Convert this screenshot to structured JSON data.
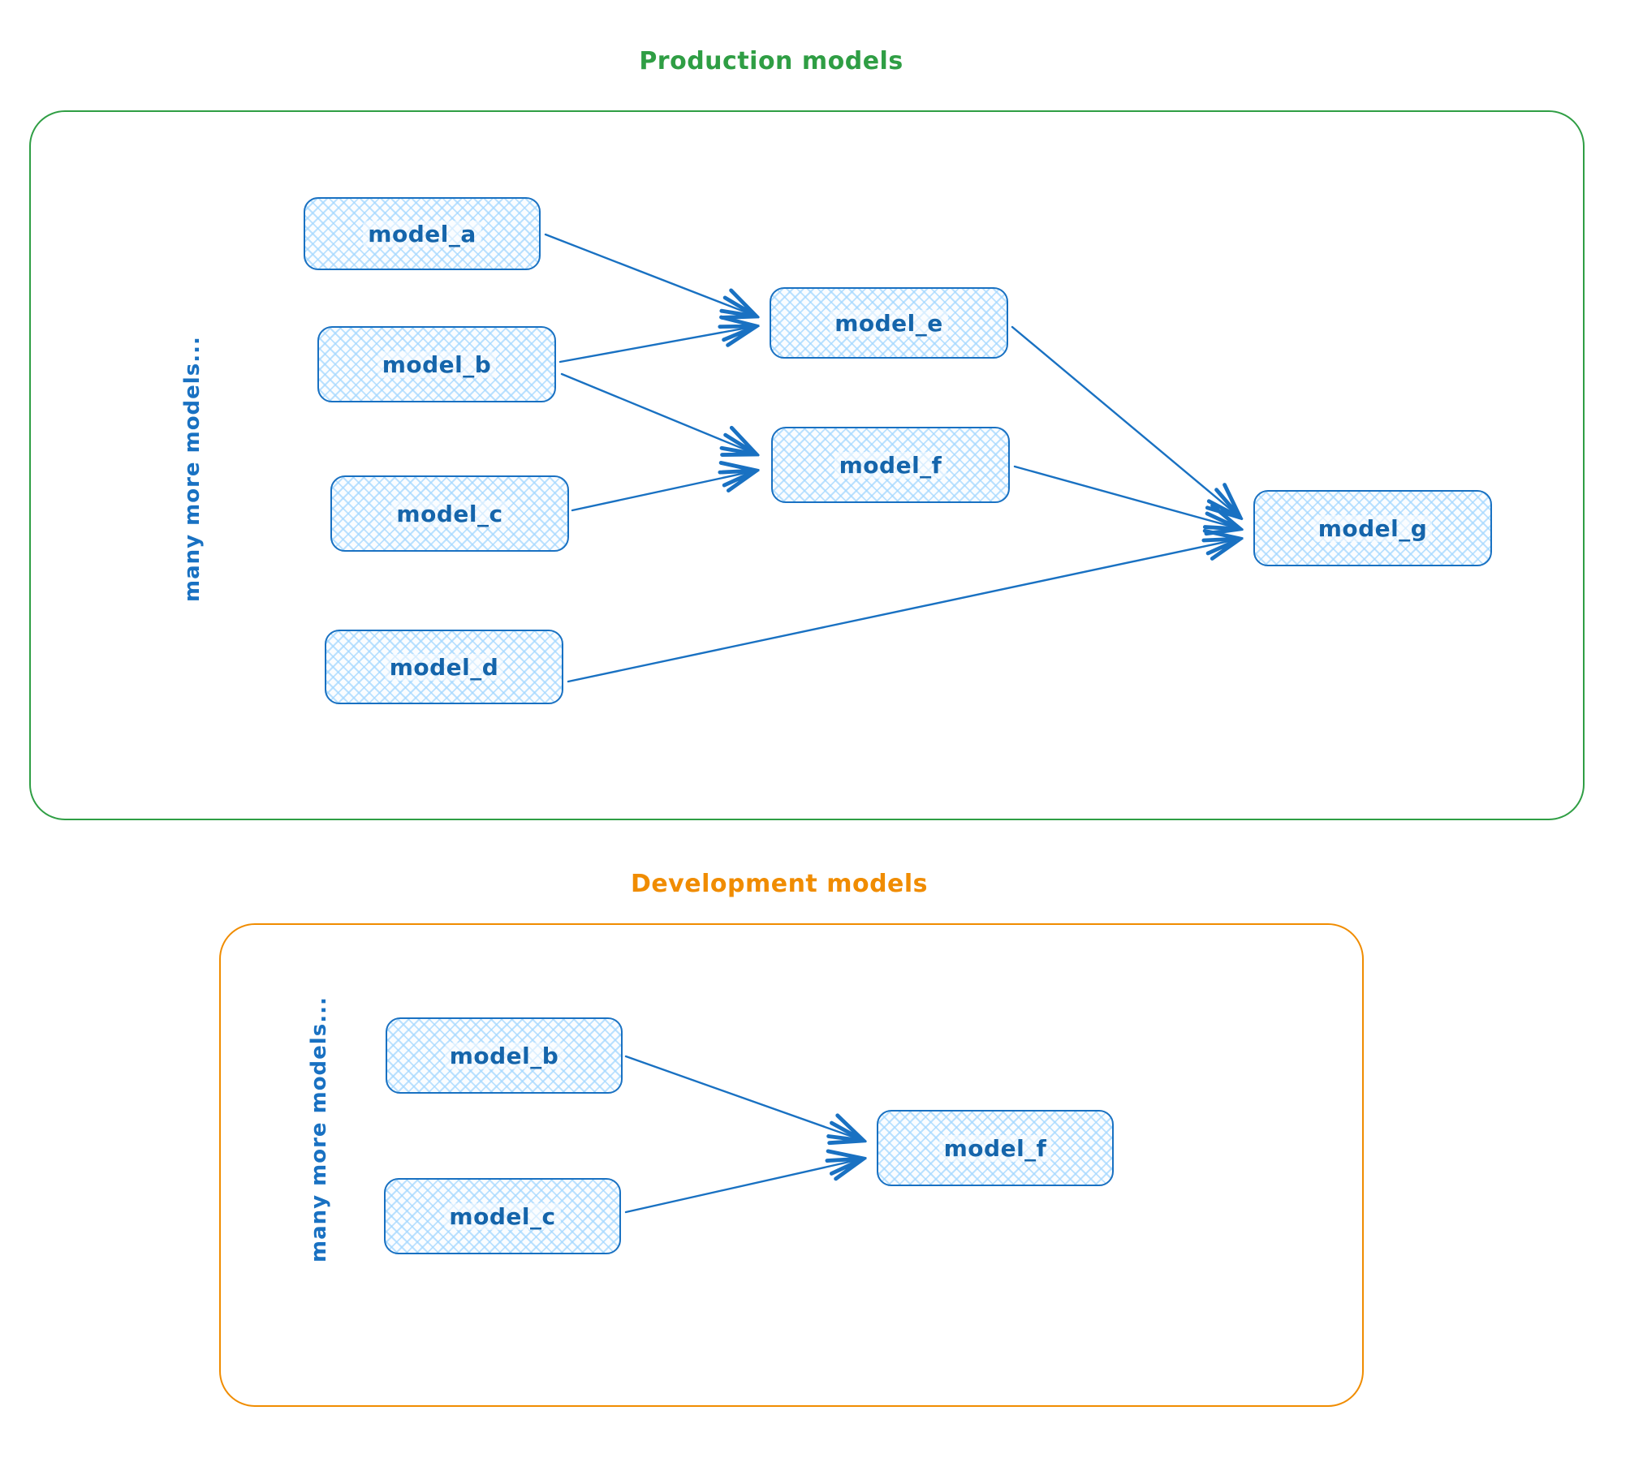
{
  "colors": {
    "node_stroke": "#1971c2",
    "node_fill_hatch": "#a5d8ff",
    "production_frame": "#2f9e44",
    "development_frame": "#f08c00"
  },
  "production": {
    "title": "Production models",
    "side_label": "many more models...",
    "nodes": [
      {
        "id": "model_a",
        "label": "model_a"
      },
      {
        "id": "model_b",
        "label": "model_b"
      },
      {
        "id": "model_c",
        "label": "model_c"
      },
      {
        "id": "model_d",
        "label": "model_d"
      },
      {
        "id": "model_e",
        "label": "model_e"
      },
      {
        "id": "model_f",
        "label": "model_f"
      },
      {
        "id": "model_g",
        "label": "model_g"
      }
    ],
    "edges": [
      {
        "from": "model_a",
        "to": "model_e"
      },
      {
        "from": "model_b",
        "to": "model_e"
      },
      {
        "from": "model_b",
        "to": "model_f"
      },
      {
        "from": "model_c",
        "to": "model_f"
      },
      {
        "from": "model_e",
        "to": "model_g"
      },
      {
        "from": "model_f",
        "to": "model_g"
      },
      {
        "from": "model_d",
        "to": "model_g"
      }
    ]
  },
  "development": {
    "title": "Development models",
    "side_label": "many more models...",
    "nodes": [
      {
        "id": "model_b",
        "label": "model_b"
      },
      {
        "id": "model_c",
        "label": "model_c"
      },
      {
        "id": "model_f",
        "label": "model_f"
      }
    ],
    "edges": [
      {
        "from": "model_b",
        "to": "model_f"
      },
      {
        "from": "model_c",
        "to": "model_f"
      }
    ]
  }
}
